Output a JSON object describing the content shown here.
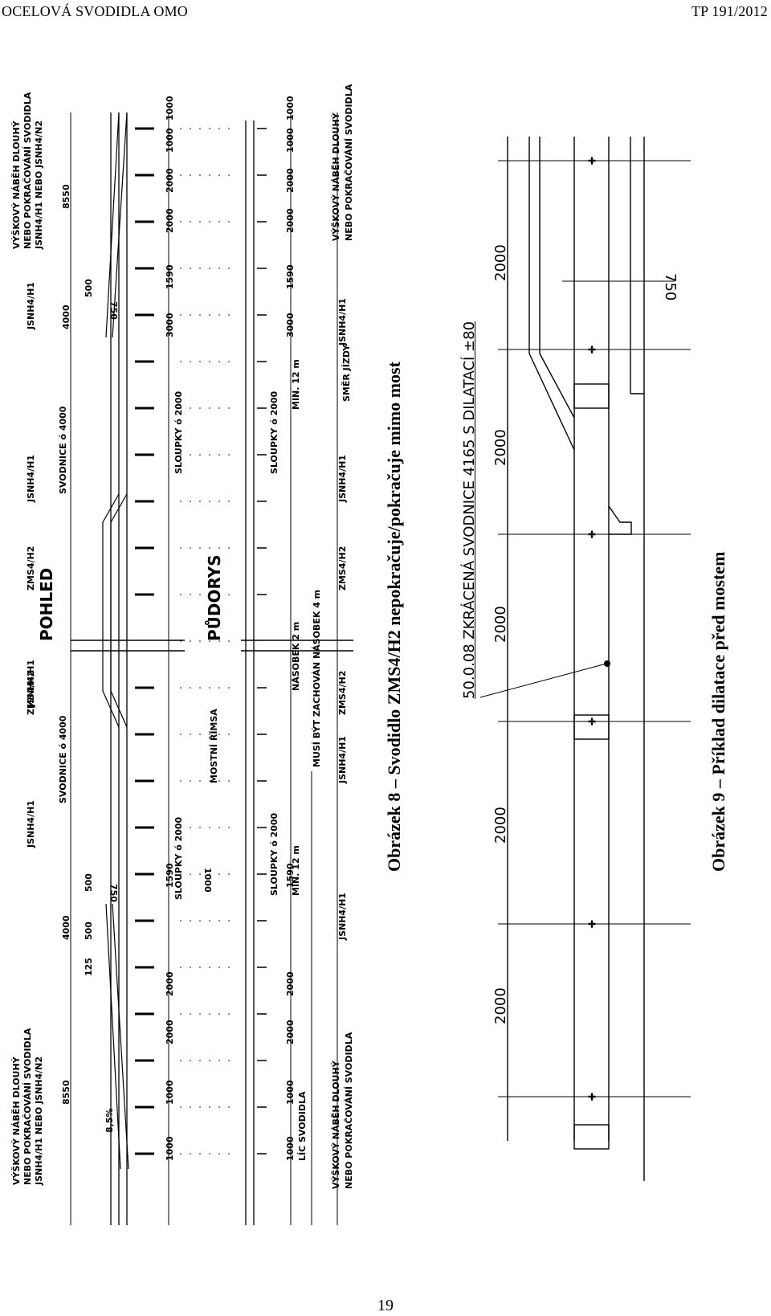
{
  "header": {
    "left": "OCELOVÁ SVODIDLA OMO",
    "right": "TP 191/2012"
  },
  "figure8": {
    "caption": "Obrázek 8 – Svodidlo ZMS4/H2 nepokračuje/pokračuje mimo most",
    "pohled": "POHLED",
    "pudorys": "PŮDORYS",
    "labels_top": {
      "nabeh_left_1": "VÝŠKOVÝ NÁBĚH DLOUHÝ",
      "nabeh_left_2": "NEBO POKRAČOVÁNÍ SVODIDLA",
      "nabeh_left_3": "JSNH4/H1 NEBO JSNH4/N2",
      "nabeh_right_1": "VÝŠKOVÝ NÁBĚH DLOUHÝ",
      "nabeh_right_2": "NEBO POKRAČOVÁNÍ SVODIDLA",
      "nabeh_right_3": "JSNH4/H1 NEBO JSNH4/N2",
      "jsnh_1": "JSNH4/H1",
      "jsnh_2": "JSNH4/H1",
      "jsnh_3": "JSNH4/H1",
      "jsnh_4": "JSNH4/H1",
      "zms_1": "ZMS4/H2",
      "zms_2": "ZMS4/H2",
      "svodnice_1": "SVODNICE ó 4000",
      "svodnice_2": "SVODNICE ó 4000",
      "sloupky_1": "SLOUPKY ó 2000",
      "sloupky_2": "SLOUPKY ó 2000",
      "d8550_1": "8550",
      "d8550_2": "8550",
      "d4000_1": "4000",
      "d4000_2": "4000",
      "d500_1": "500",
      "d500_2": "500",
      "d500_3": "500",
      "d125": "125",
      "d750_1": "750",
      "d750_2": "750",
      "slope": "8,5%"
    },
    "labels_bottom": {
      "mostni_rimsa": "MOSTNÍ ŘÍMSA",
      "lic_svodidla": "LÍC SVODIDLA",
      "sloupky_b1": "SLOUPKY ó 2000",
      "sloupky_b2": "SLOUPKY ó 2000",
      "min12_1": "MIN. 12 m",
      "min12_2": "MIN. 12 m",
      "nasobek2": "NÁSOBEK 2 m",
      "musi_byt": "MUSÍ BÝT ZACHOVÁN NÁSOBEK 4 m",
      "smer_jizdy": "SMĚR JÍZDY",
      "d1000": "1000",
      "jsnh_b1": "JSNH4/H1",
      "jsnh_b2": "JSNH4/H1",
      "jsnh_b3": "JSNH4/H1",
      "jsnh_b4": "JSNH4/H1",
      "zms_b1": "ZMS4/H2",
      "zms_b2": "ZMS4/H2",
      "nabeh_b_left_1": "VÝŠKOVÝ NÁBĚH DLOUHÝ",
      "nabeh_b_left_2": "NEBO POKRAČOVÁNÍ SVODIDLA",
      "nabeh_b_right_1": "VÝŠKOVÝ NÁBĚH DLOUHÝ",
      "nabeh_b_right_2": "NEBO POKRAČOVÁNÍ SVODIDLA"
    },
    "dims_side": [
      "1000",
      "1000",
      "2000",
      "2000",
      "1590",
      "3000",
      "1590",
      "2000",
      "2000",
      "1000",
      "1000"
    ]
  },
  "figure9": {
    "caption": "Obrázek 9 – Příklad dilatace před mostem",
    "note": "50.0.08 ZKRÁCENÁ SVODNICE 4165 S DILATACÍ ±80",
    "spacings": [
      "2000",
      "2000",
      "2000",
      "2000",
      "2000"
    ],
    "d750": "750"
  },
  "page_number": "19"
}
